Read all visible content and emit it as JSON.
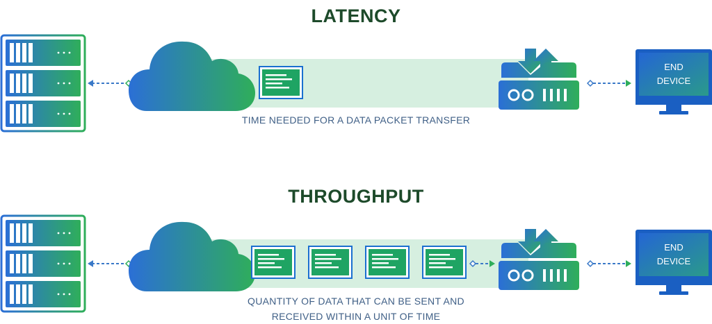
{
  "latency": {
    "title": "LATENCY",
    "caption": "TIME NEEDED FOR A DATA PACKET TRANSFER",
    "device_line1": "END",
    "device_line2": "DEVICE",
    "packet_count": 1
  },
  "throughput": {
    "title": "THROUGHPUT",
    "caption_line1": "QUANTITY OF DATA THAT CAN BE SENT AND",
    "caption_line2": "RECEIVED WITHIN A UNIT OF TIME",
    "device_line1": "END",
    "device_line2": "DEVICE",
    "packet_count": 4
  },
  "colors": {
    "heading": "#1d4a2a",
    "caption": "#3f5f86",
    "gradient_start": "#2b6fd6",
    "gradient_end": "#2fae5a",
    "band": "#d6efe0",
    "screen": "#1a6fd0",
    "packet": "#1fa463"
  },
  "icons": [
    "server-rack-icon",
    "cloud-icon",
    "data-packet-icon",
    "router-icon",
    "monitor-icon"
  ]
}
